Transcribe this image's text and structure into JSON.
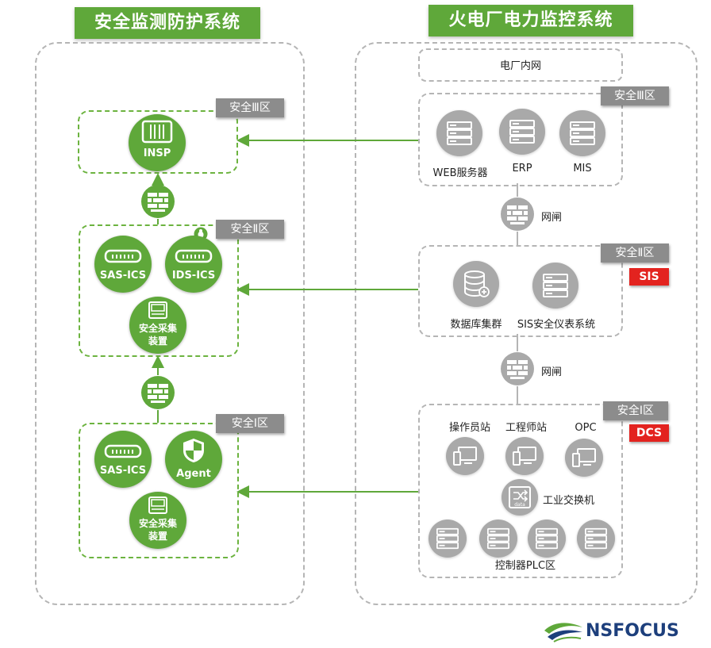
{
  "left_panel": {
    "title": "安全监测防护系统",
    "zone3": {
      "tag": "安全Ⅲ区",
      "insp_label": "INSP"
    },
    "zone2": {
      "tag": "安全Ⅱ区",
      "sas_label": "SAS-ICS",
      "ids_label": "IDS-ICS",
      "collector_label": "安全采集装置"
    },
    "zone1": {
      "tag": "安全Ⅰ区",
      "sas_label": "SAS-ICS",
      "agent_label": "Agent",
      "collector_label": "安全采集装置"
    }
  },
  "right_panel": {
    "title": "火电厂电力监控系统",
    "intranet_label": "电厂内网",
    "zone3": {
      "tag": "安全Ⅲ区",
      "web_label": "WEB服务器",
      "erp_label": "ERP",
      "mis_label": "MIS"
    },
    "gate_label_1": "网闸",
    "zone2": {
      "tag": "安全Ⅱ区",
      "badge": "SIS",
      "db_label": "数据库集群",
      "sis_label": "SIS安全仪表系统"
    },
    "gate_label_2": "网闸",
    "zone1": {
      "tag": "安全Ⅰ区",
      "badge": "DCS",
      "operator_label": "操作员站",
      "engineer_label": "工程师站",
      "opc_label": "OPC",
      "switch_label": "工业交换机",
      "plc_label": "控制器PLC区"
    }
  },
  "logo": {
    "text": "NSFOCUS"
  },
  "colors": {
    "green": "#5fa83a",
    "gray": "#a9a9a9",
    "red": "#e3231f",
    "tag_gray": "#8c8c8c",
    "logo_blue": "#1d3f7c"
  }
}
